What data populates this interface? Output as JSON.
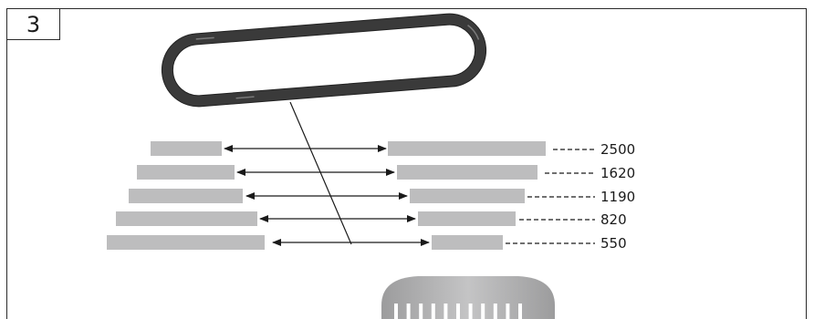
{
  "step_number": "3",
  "speeds": [
    "2500",
    "1620",
    "1190",
    "820",
    "550"
  ],
  "colors": {
    "frame": "#2a2a2a",
    "bar": "#bdbdbe",
    "belt": "#3a3a3a",
    "belt_highlight": "#8a8a8a",
    "knob": "#a9a9aa"
  }
}
